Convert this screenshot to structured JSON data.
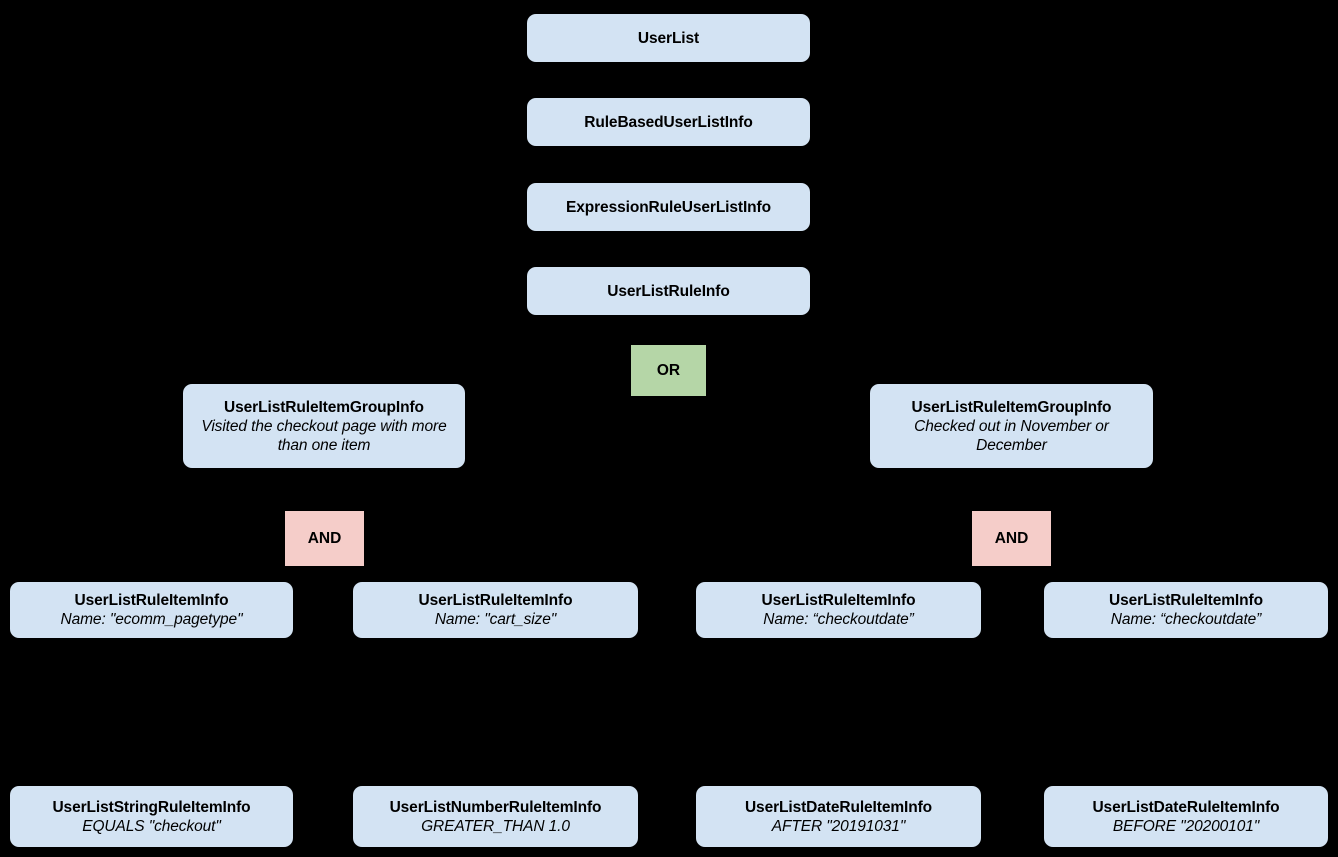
{
  "diagram": {
    "type": "class-hierarchy-tree",
    "background_color": "#000000",
    "node_fill_color": "#d3e3f3",
    "or_operator_color": "#b5d6a7",
    "and_operator_color": "#f5cdc9",
    "edge_color": "#000000",
    "text_color": "#000000"
  },
  "nodes": {
    "user_list": {
      "title": "UserList"
    },
    "rule_based_user_list_info": {
      "title": "RuleBasedUserListInfo"
    },
    "expression_rule_user_list_info": {
      "title": "ExpressionRuleUserListInfo"
    },
    "user_list_rule_info": {
      "title": "UserListRuleInfo"
    },
    "or_operator": {
      "label": "OR"
    },
    "group_left": {
      "title": "UserListRuleItemGroupInfo",
      "subtitle": "Visited the checkout page with more than one item"
    },
    "group_right": {
      "title": "UserListRuleItemGroupInfo",
      "subtitle": "Checked out in November or December"
    },
    "and_operator_left": {
      "label": "AND"
    },
    "and_operator_right": {
      "label": "AND"
    },
    "rule_item_1": {
      "title": "UserListRuleItemInfo",
      "subtitle": "Name: \"ecomm_pagetype\""
    },
    "rule_item_2": {
      "title": "UserListRuleItemInfo",
      "subtitle": "Name: \"cart_size\""
    },
    "rule_item_3": {
      "title": "UserListRuleItemInfo",
      "subtitle": "Name: “checkoutdate”"
    },
    "rule_item_4": {
      "title": "UserListRuleItemInfo",
      "subtitle": "Name: “checkoutdate”"
    },
    "typed_rule_1": {
      "title": "UserListStringRuleItemInfo",
      "subtitle": "EQUALS \"checkout\""
    },
    "typed_rule_2": {
      "title": "UserListNumberRuleItemInfo",
      "subtitle": "GREATER_THAN 1.0"
    },
    "typed_rule_3": {
      "title": "UserListDateRuleItemInfo",
      "subtitle": "AFTER \"20191031\""
    },
    "typed_rule_4": {
      "title": "UserListDateRuleItemInfo",
      "subtitle": "BEFORE \"20200101\""
    }
  }
}
